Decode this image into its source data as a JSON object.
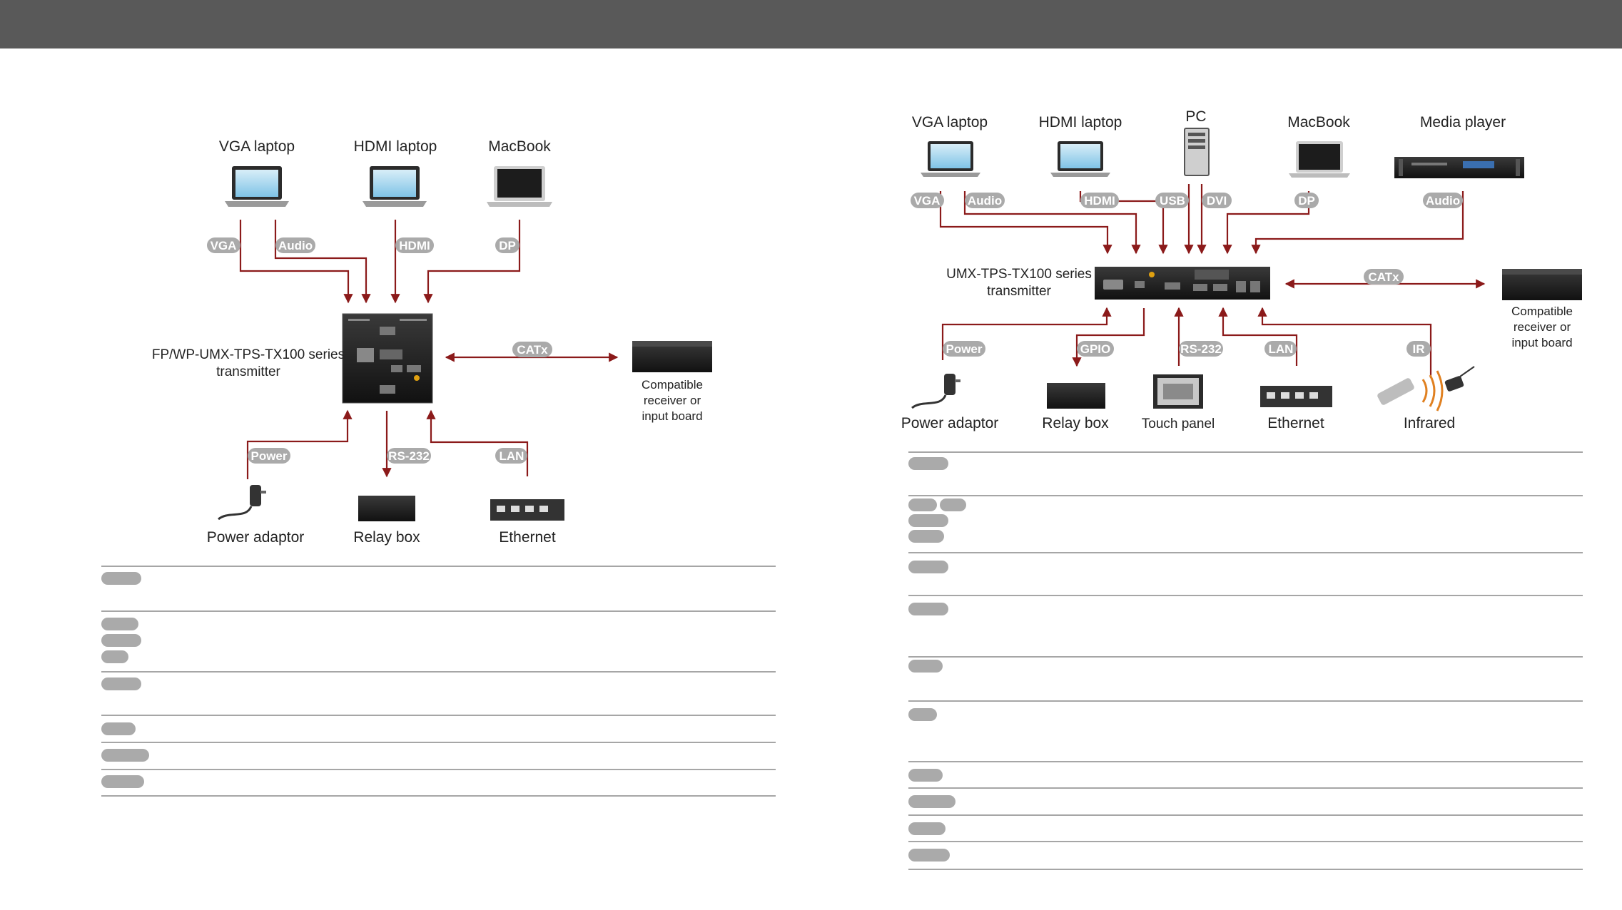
{
  "colors": {
    "header_bar": "#595959",
    "wire": "#8b1a1a",
    "pill": "#aaaaaa",
    "device": "#1e1e1e"
  },
  "left_diagram": {
    "sources": [
      {
        "label": "VGA laptop",
        "icon": "laptop-icon"
      },
      {
        "label": "HDMI laptop",
        "icon": "laptop-icon"
      },
      {
        "label": "MacBook",
        "icon": "macbook-icon"
      }
    ],
    "ports": {
      "vga": "VGA",
      "audio": "Audio",
      "hdmi": "HDMI",
      "dp": "DP",
      "catx": "CATx",
      "power": "Power",
      "rs232": "RS-232",
      "lan": "LAN"
    },
    "transmitter_label": [
      "FP/WP-UMX-TPS-TX100 series",
      "transmitter"
    ],
    "receiver_label": [
      "Compatible",
      "receiver or",
      "input board"
    ],
    "sinks": [
      {
        "label": "Power adaptor",
        "icon": "power-adaptor-icon"
      },
      {
        "label": "Relay box",
        "icon": "relay-box-icon"
      },
      {
        "label": "Ethernet",
        "icon": "ethernet-switch-icon"
      }
    ]
  },
  "right_diagram": {
    "sources": [
      {
        "label": "VGA laptop",
        "icon": "laptop-icon"
      },
      {
        "label": "HDMI laptop",
        "icon": "laptop-icon"
      },
      {
        "label": "PC",
        "icon": "pc-tower-icon"
      },
      {
        "label": "MacBook",
        "icon": "macbook-icon"
      },
      {
        "label": "Media player",
        "icon": "media-player-icon"
      }
    ],
    "ports": {
      "vga": "VGA",
      "audio": "Audio",
      "hdmi": "HDMI",
      "usb": "USB",
      "dvi": "DVI",
      "dp": "DP",
      "audio2": "Audio",
      "catx": "CATx",
      "power": "Power",
      "gpio": "GPIO",
      "rs232": "RS-232",
      "lan": "LAN",
      "ir": "IR"
    },
    "transmitter_label": [
      "UMX-TPS-TX100 series",
      "transmitter"
    ],
    "receiver_label": [
      "Compatible",
      "receiver or",
      "input board"
    ],
    "sinks": [
      {
        "label": "Power adaptor",
        "icon": "power-adaptor-icon"
      },
      {
        "label": "Relay box",
        "icon": "relay-box-icon"
      },
      {
        "label": "Touch panel",
        "icon": "touch-panel-icon"
      },
      {
        "label": "Ethernet",
        "icon": "ethernet-switch-icon"
      },
      {
        "label": "Infrared",
        "icon": "infrared-icon"
      }
    ]
  }
}
